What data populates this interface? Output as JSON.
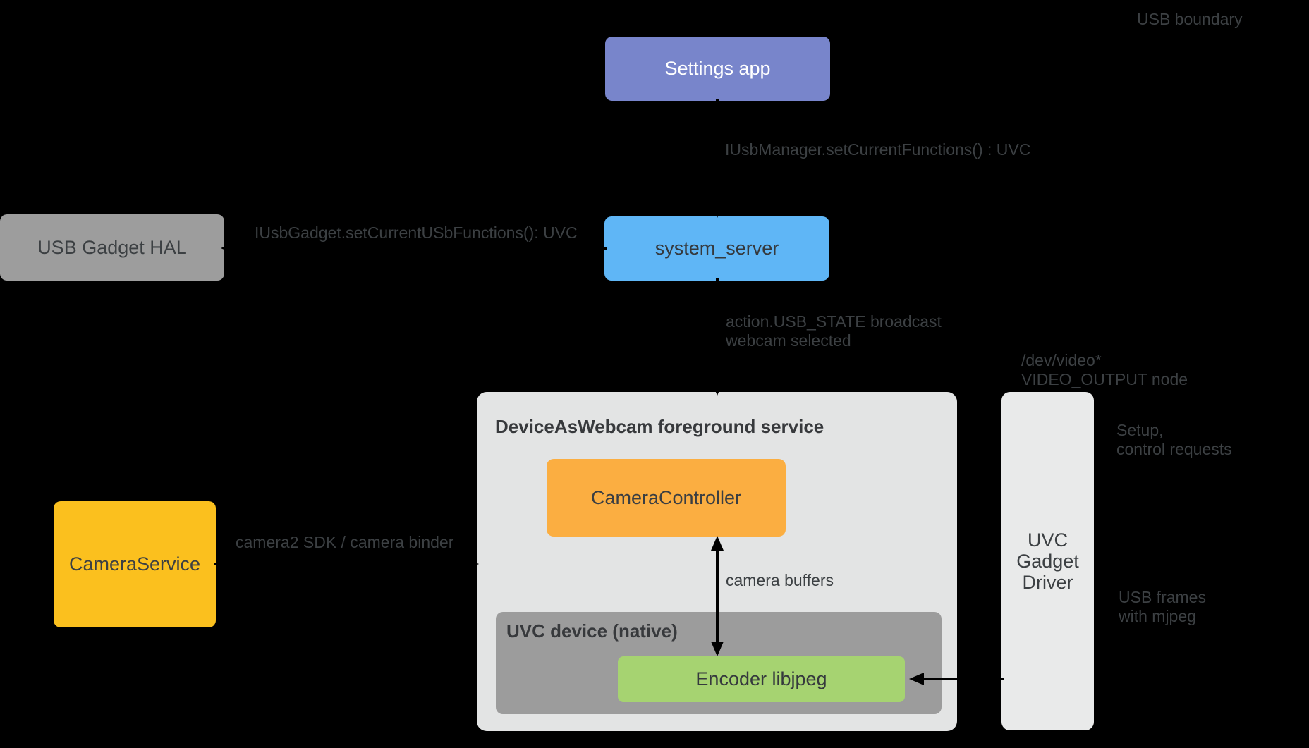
{
  "diagram": {
    "boxes": {
      "settings_app": {
        "label": "Settings app",
        "bg": "#7885CB",
        "fg": "#FFFFFF"
      },
      "usb_gadget_hal": {
        "label": "USB Gadget HAL",
        "bg": "#9D9D9D",
        "fg": "#3C4043"
      },
      "system_server": {
        "label": "system_server",
        "bg": "#5FB6F6",
        "fg": "#35393D"
      },
      "camera_service": {
        "label": "CameraService",
        "bg": "#FBC01E",
        "fg": "#3C4043"
      },
      "dawc_service": {
        "title": "DeviceAsWebcam foreground service",
        "bg": "#E3E4E4",
        "fg": "#37393C"
      },
      "camera_controller": {
        "label": "CameraController",
        "bg": "#FBAE41",
        "fg": "#3A3E42"
      },
      "uvc_device": {
        "title": "UVC device (native)",
        "bg": "#9C9C9C",
        "fg": "#37393C"
      },
      "encoder": {
        "label": "Encoder libjpeg",
        "bg": "#A6D371",
        "fg": "#35393D"
      },
      "uvc_gadget_driver": {
        "label": "UVC Gadget Driver",
        "bg": "#E9EAEA",
        "fg": "#3C4043"
      }
    },
    "captions": {
      "usb_boundary": {
        "text": "USB boundary"
      },
      "iusbmanager": {
        "text": "IUsbManager.setCurrentFunctions() : UVC"
      },
      "iusbgadget": {
        "text": "IUsbGadget.setCurrentUSbFunctions(): UVC"
      },
      "usb_state": {
        "line1": "action.USB_STATE broadcast",
        "line2": "webcam selected"
      },
      "dev_video": {
        "line1": "/dev/video*",
        "line2": "VIDEO_OUTPUT node"
      },
      "camera2_sdk": {
        "text": "camera2 SDK / camera binder"
      },
      "camera_buffers": {
        "text": "camera buffers"
      },
      "setup_control": {
        "line1": "Setup,",
        "line2": "control requests"
      },
      "usb_frames": {
        "line1": "USB frames",
        "line2": "with mjpeg"
      }
    },
    "colors": {
      "background": "#000000",
      "arrow": "#000000",
      "caption_text": "#3C4043"
    }
  }
}
